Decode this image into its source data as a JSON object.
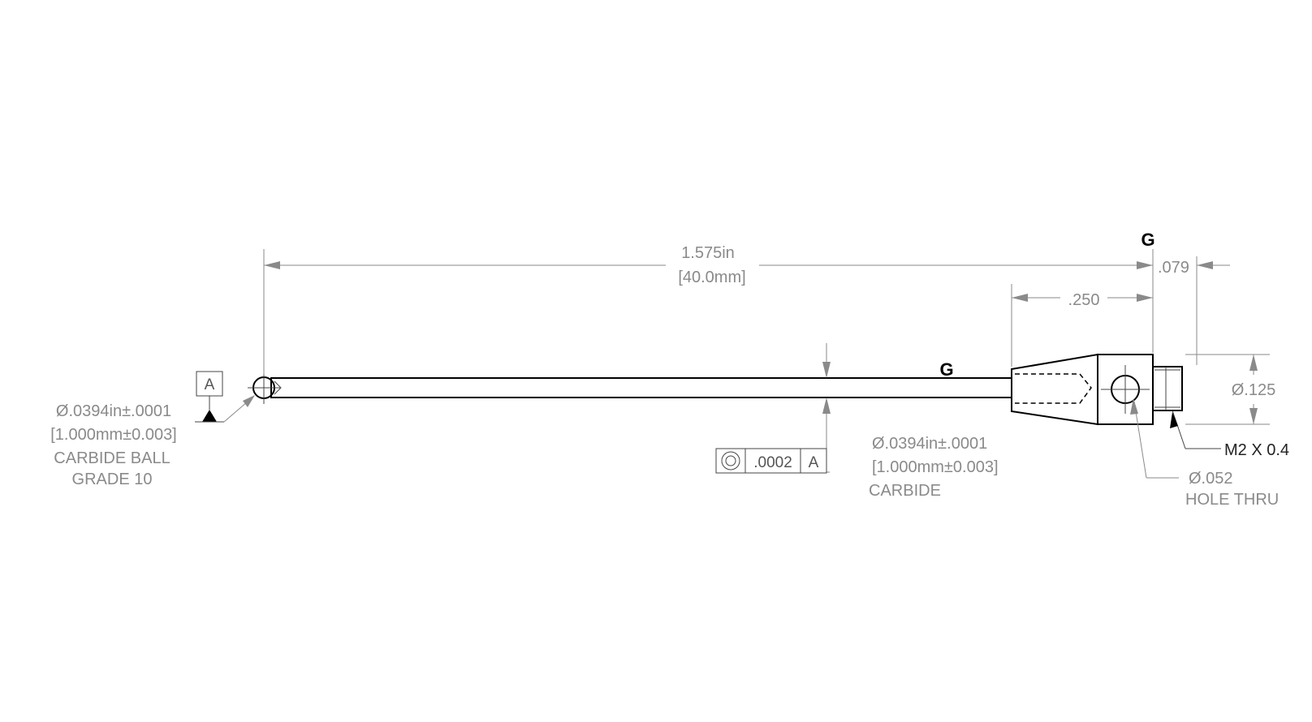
{
  "dimensions": {
    "overall_length_in": "1.575in",
    "overall_length_mm": "[40.0mm]",
    "offset": ".079",
    "body_length": ".250",
    "body_diameter": "Ø.125"
  },
  "ball": {
    "diameter_in": "Ø.0394in±.0001",
    "diameter_mm": "[1.000mm±0.003]",
    "material": "CARBIDE BALL",
    "grade": "GRADE 10"
  },
  "stem": {
    "diameter_in": "Ø.0394in±.0001",
    "diameter_mm": "[1.000mm±0.003]",
    "material": "CARBIDE"
  },
  "hole": {
    "diameter": "Ø.052",
    "note": "HOLE THRU"
  },
  "thread": {
    "spec": "M2 X 0.4"
  },
  "datum": {
    "label": "A"
  },
  "feature_control_frame": {
    "symbol": "concentricity-icon",
    "tolerance": ".0002",
    "datum": "A"
  },
  "markers": {
    "stem_marker": "G",
    "end_marker": "G"
  }
}
